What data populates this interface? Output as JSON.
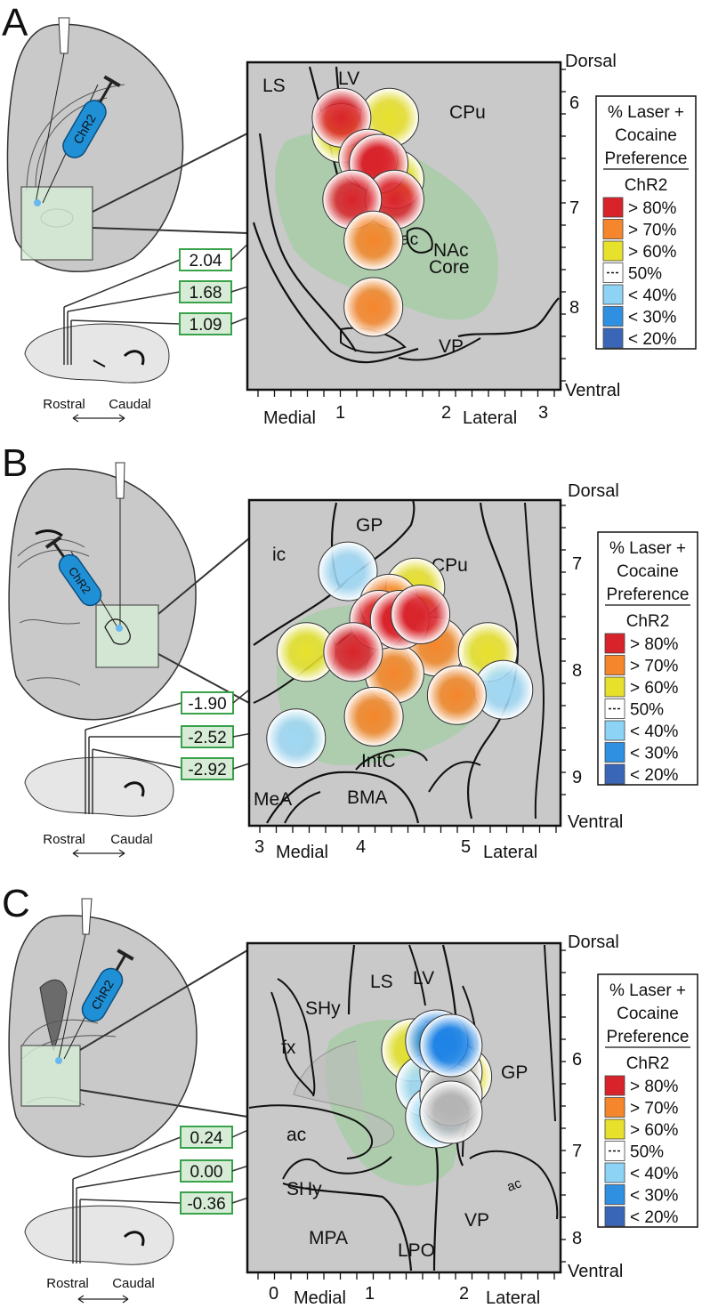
{
  "panels": [
    {
      "letter": "A",
      "region_labels": [
        "LS",
        "LV",
        "CPu",
        "ac",
        "NAc",
        "Core",
        "VP"
      ],
      "sections": [
        "2.04",
        "1.68",
        "1.09"
      ],
      "axis": {
        "dorsal": "Dorsal",
        "ventral": "Ventral",
        "medial": "Medial",
        "lateral": "Lateral",
        "y_ticks": [
          "6",
          "7",
          "8"
        ],
        "x_ticks": [
          "1",
          "2",
          "3"
        ]
      },
      "implant": "ChR2",
      "orientation": {
        "rostral": "Rostral",
        "caudal": "Caudal"
      },
      "sites": [
        {
          "color": "yellow",
          "x": 1.05,
          "y": 6.3
        },
        {
          "color": "yellow",
          "x": 1.5,
          "y": 6.15
        },
        {
          "color": "red",
          "x": 1.05,
          "y": 6.15
        },
        {
          "color": "yellow",
          "x": 1.55,
          "y": 6.75
        },
        {
          "color": "red",
          "x": 1.3,
          "y": 6.55
        },
        {
          "color": "red",
          "x": 1.4,
          "y": 6.6
        },
        {
          "color": "red",
          "x": 1.55,
          "y": 6.95
        },
        {
          "color": "red",
          "x": 1.15,
          "y": 6.95
        },
        {
          "color": "orange",
          "x": 1.35,
          "y": 7.35
        },
        {
          "color": "orange",
          "x": 1.35,
          "y": 8.0
        }
      ]
    },
    {
      "letter": "B",
      "region_labels": [
        "GP",
        "ic",
        "CPu",
        "IntC",
        "MeA",
        "BMA"
      ],
      "sections": [
        "-1.90",
        "-2.52",
        "-2.92"
      ],
      "axis": {
        "dorsal": "Dorsal",
        "ventral": "Ventral",
        "medial": "Medial",
        "lateral": "Lateral",
        "y_ticks": [
          "7",
          "8",
          "9"
        ],
        "x_ticks": [
          "3",
          "4",
          "5"
        ]
      },
      "implant": "ChR2",
      "orientation": {
        "rostral": "Rostral",
        "caudal": "Caudal"
      },
      "sites": [
        {
          "color": "lightblue",
          "x": 3.85,
          "y": 7.1
        },
        {
          "color": "yellow",
          "x": 4.5,
          "y": 7.25
        },
        {
          "color": "orange",
          "x": 4.25,
          "y": 7.4
        },
        {
          "color": "orange",
          "x": 4.7,
          "y": 7.8
        },
        {
          "color": "yellow",
          "x": 3.45,
          "y": 7.85
        },
        {
          "color": "yellow",
          "x": 5.2,
          "y": 7.85
        },
        {
          "color": "lightblue",
          "x": 5.35,
          "y": 8.2
        },
        {
          "color": "orange",
          "x": 4.3,
          "y": 8.05
        },
        {
          "color": "orange",
          "x": 4.9,
          "y": 8.25
        },
        {
          "color": "orange",
          "x": 4.1,
          "y": 8.45
        },
        {
          "color": "lightblue",
          "x": 3.35,
          "y": 8.65
        },
        {
          "color": "red",
          "x": 4.15,
          "y": 7.55
        },
        {
          "color": "red",
          "x": 4.35,
          "y": 7.55
        },
        {
          "color": "red",
          "x": 3.9,
          "y": 7.85
        },
        {
          "color": "red",
          "x": 4.55,
          "y": 7.5
        }
      ]
    },
    {
      "letter": "C",
      "region_labels": [
        "SHy",
        "LS",
        "LV",
        "fx",
        "GP",
        "ac",
        "ac",
        "SHy",
        "MPA",
        "LPO",
        "VP"
      ],
      "sections": [
        "0.24",
        "0.00",
        "-0.36"
      ],
      "axis": {
        "dorsal": "Dorsal",
        "ventral": "Ventral",
        "medial": "Medial",
        "lateral": "Lateral",
        "y_ticks": [
          "6",
          "7",
          "8"
        ],
        "x_ticks": [
          "0",
          "1",
          "2"
        ]
      },
      "implant": "ChR2",
      "orientation": {
        "rostral": "Rostral",
        "caudal": "Caudal"
      },
      "sites": [
        {
          "color": "yellow",
          "x": 1.45,
          "y": 5.9
        },
        {
          "color": "yellow",
          "x": 1.95,
          "y": 6.2
        },
        {
          "color": "lightblue",
          "x": 1.6,
          "y": 6.3
        },
        {
          "color": "lightblue",
          "x": 1.7,
          "y": 6.65
        },
        {
          "color": "gray",
          "x": 1.85,
          "y": 6.15
        },
        {
          "color": "gray",
          "x": 1.85,
          "y": 6.4
        },
        {
          "color": "gray",
          "x": 1.85,
          "y": 6.6
        },
        {
          "color": "blue",
          "x": 1.7,
          "y": 5.8
        },
        {
          "color": "blue",
          "x": 1.85,
          "y": 5.85
        }
      ]
    }
  ],
  "legend": {
    "title_lines": [
      "% Laser +",
      "Cocaine",
      "Preference"
    ],
    "subtitle": "ChR2",
    "entries": [
      {
        "label": "> 80%",
        "color": "#d9232b"
      },
      {
        "label": "> 70%",
        "color": "#f5862b"
      },
      {
        "label": "> 60%",
        "color": "#e8e12c"
      },
      {
        "label": "50%",
        "color": "#ffffff"
      },
      {
        "label": "< 40%",
        "color": "#8dd3f5"
      },
      {
        "label": "< 30%",
        "color": "#2f8fe0"
      },
      {
        "label": "< 20%",
        "color": "#3a66b8"
      }
    ]
  },
  "colors": {
    "panel_bg": "#c9c9c9",
    "brain_fill": "#c9c9c9",
    "green_region": "#8fd08f",
    "section_box_fill": "#d6ecd6",
    "section_box_stroke": "#3aa24a",
    "chr2_blue": "#1f8fd6",
    "red": "#d9232b",
    "orange": "#f5862b",
    "yellow": "#e8e12c",
    "gray": "#b4b4b4",
    "lightblue": "#9fd8f5",
    "blue": "#1f84e6"
  }
}
